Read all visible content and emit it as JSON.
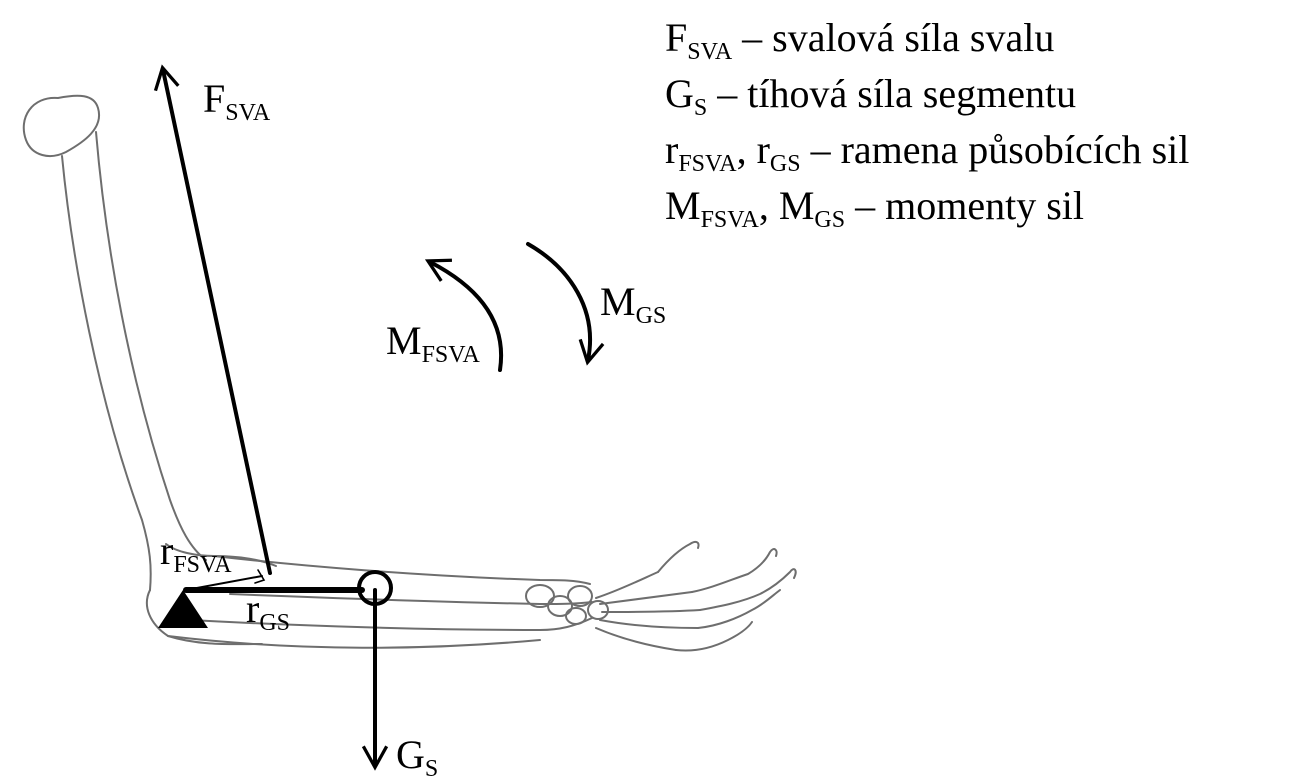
{
  "colors": {
    "ink": "#000000",
    "bone_line": "#6e6e6e",
    "background": "#ffffff"
  },
  "labels": {
    "fsva": {
      "main": "F",
      "sub": "SVA"
    },
    "mgs": {
      "main": "M",
      "sub": "GS"
    },
    "mfsva": {
      "main": "M",
      "sub": "FSVA"
    },
    "rfsva": {
      "main": "r",
      "sub": "FSVA"
    },
    "rgs": {
      "main": "r",
      "sub": "GS"
    },
    "gs": {
      "main": "G",
      "sub": "S"
    }
  },
  "legend": {
    "rows": [
      {
        "parts": [
          {
            "main": "F",
            "sub": "SVA"
          }
        ],
        "desc": " – svalová síla svalu"
      },
      {
        "parts": [
          {
            "main": "G",
            "sub": "S"
          }
        ],
        "desc": " – tíhová síla segmentu"
      },
      {
        "parts": [
          {
            "main": "r",
            "sub": "FSVA"
          },
          {
            "sep": ", "
          },
          {
            "main": "r",
            "sub": "GS"
          }
        ],
        "desc": " – ramena působících sil"
      },
      {
        "parts": [
          {
            "main": "M",
            "sub": "FSVA"
          },
          {
            "sep": ", "
          },
          {
            "main": "M",
            "sub": "GS"
          }
        ],
        "desc": " – momenty sil"
      }
    ]
  }
}
